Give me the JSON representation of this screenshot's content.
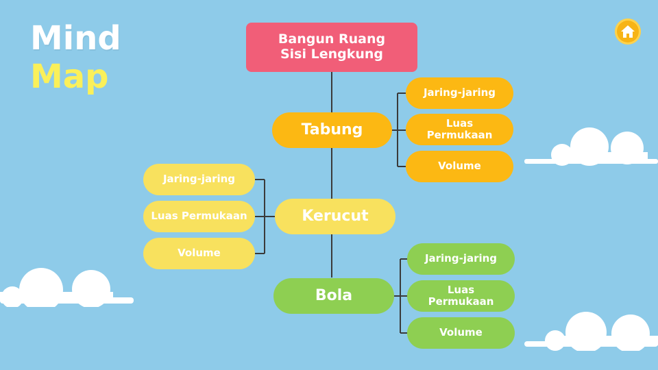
{
  "title": {
    "line1": "Mind",
    "line2": "Map"
  },
  "home_icon": "home-icon",
  "colors": {
    "background": "#8ecbe9",
    "root": "#f15e78",
    "tabung": "#fcb813",
    "kerucut": "#f8e15e",
    "bola": "#8ecf52"
  },
  "root": {
    "line1": "Bangun Ruang",
    "line2": "Sisi Lengkung"
  },
  "branches": [
    {
      "label": "Tabung",
      "children": [
        "Jaring-jaring",
        "Luas Permukaan",
        "Volume"
      ]
    },
    {
      "label": "Kerucut",
      "children": [
        "Jaring-jaring",
        "Luas Permukaan",
        "Volume"
      ]
    },
    {
      "label": "Bola",
      "children": [
        "Jaring-jaring",
        "Luas Permukaan",
        "Volume"
      ]
    }
  ]
}
